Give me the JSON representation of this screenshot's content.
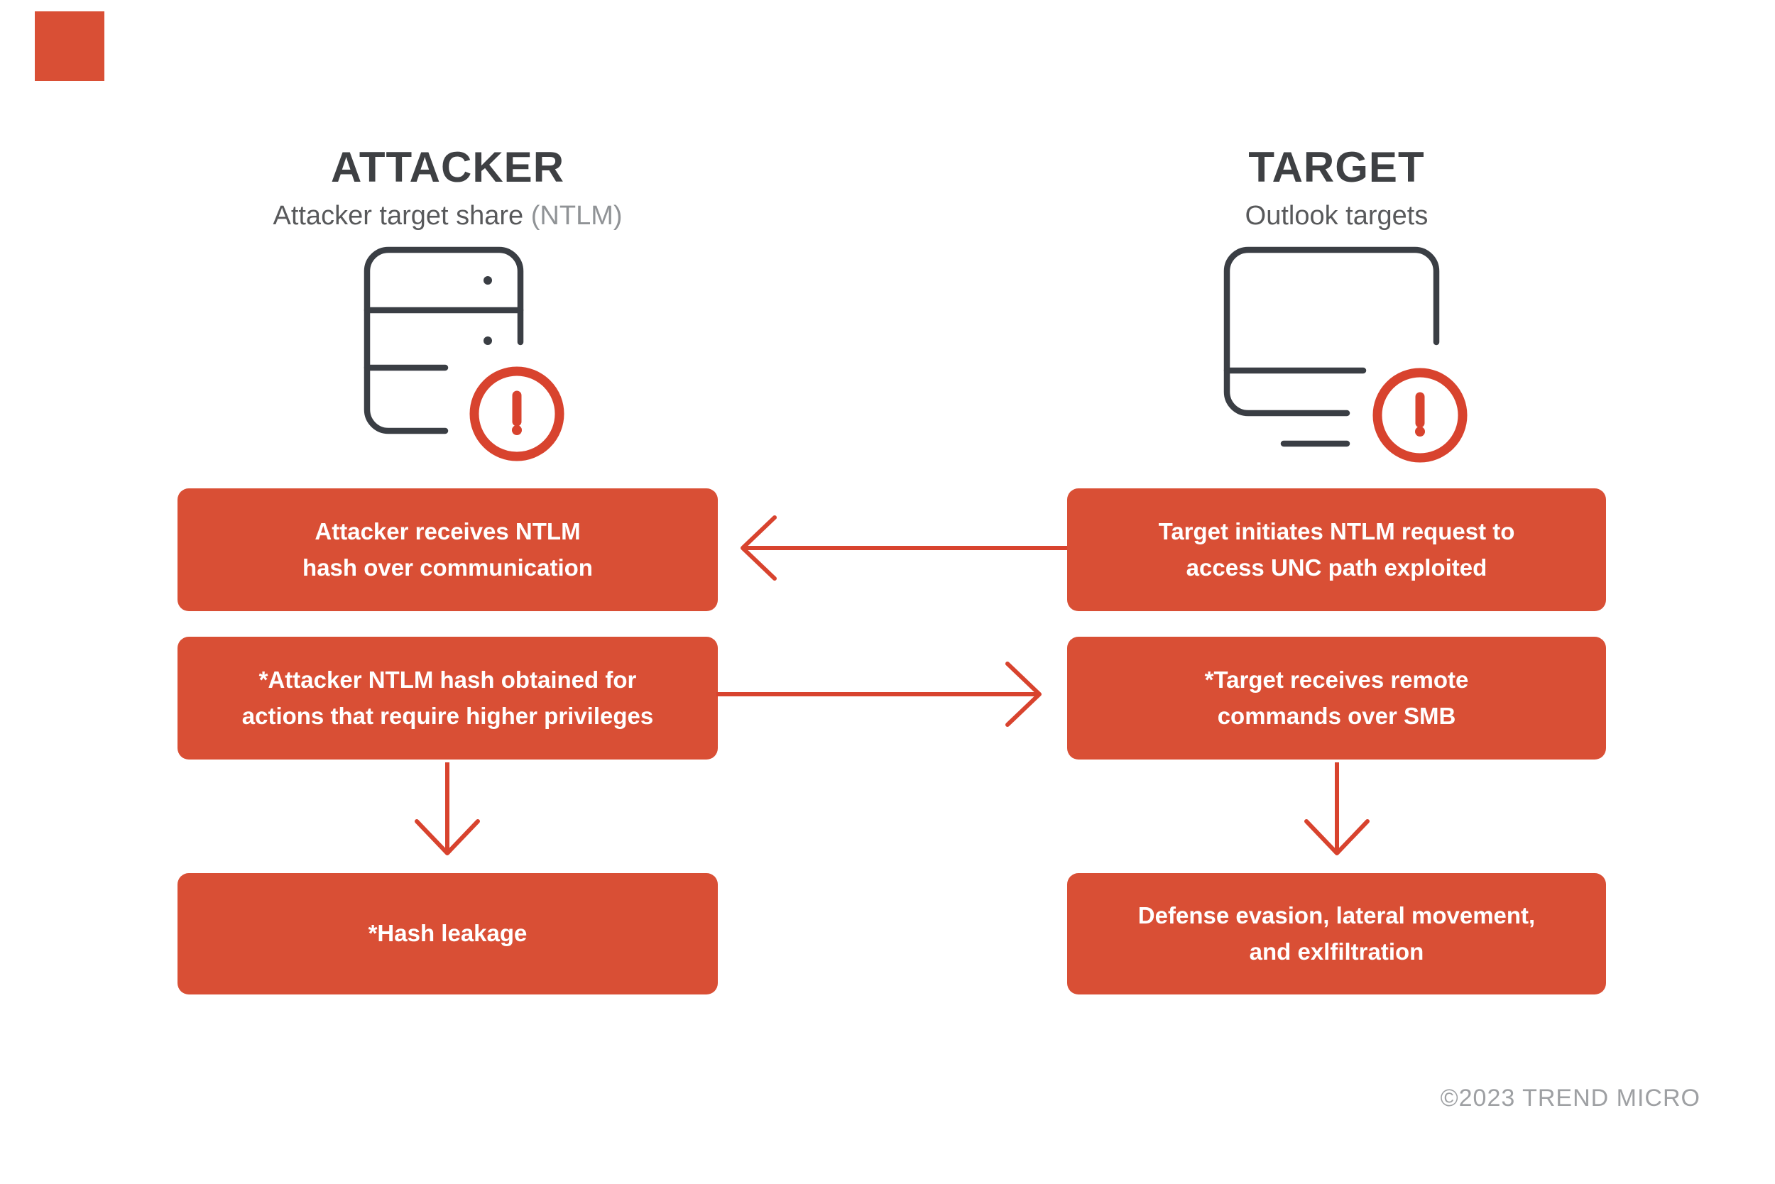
{
  "colors": {
    "box_red": "#D94F35",
    "icon_red": "#D8432E",
    "heading": "#3E4043",
    "subtitle": "#58595B",
    "subtitle_light": "#909396",
    "copyright": "#9EA0A3",
    "icon_stroke": "#3A3E44"
  },
  "attacker": {
    "title": "ATTACKER",
    "subtitle": "Attacker target share",
    "subtitle_note": "(NTLM)",
    "icon": "server-alert-icon"
  },
  "target": {
    "title": "TARGET",
    "subtitle": "Outlook targets",
    "icon": "monitor-alert-icon"
  },
  "flow": {
    "attacker_boxes": [
      {
        "lines": [
          "Attacker receives NTLM",
          "hash over communication"
        ]
      },
      {
        "lines": [
          "*Attacker NTLM hash obtained for",
          "actions that require higher privileges"
        ]
      },
      {
        "lines": [
          "*Hash leakage"
        ]
      }
    ],
    "target_boxes": [
      {
        "lines": [
          "Target initiates NTLM request to",
          "access UNC path exploited"
        ]
      },
      {
        "lines": [
          "*Target receives remote",
          "commands over SMB"
        ]
      },
      {
        "lines": [
          "Defense evasion, lateral movement,",
          "and exlfiltration"
        ]
      }
    ],
    "arrows": [
      {
        "from": "target-box-1",
        "to": "attacker-box-1",
        "direction": "left"
      },
      {
        "from": "attacker-box-2",
        "to": "target-box-2",
        "direction": "right"
      },
      {
        "from": "attacker-box-2",
        "to": "attacker-box-3",
        "direction": "down"
      },
      {
        "from": "target-box-2",
        "to": "target-box-3",
        "direction": "down"
      }
    ]
  },
  "footer": {
    "copyright": "©2023 TREND MICRO"
  }
}
